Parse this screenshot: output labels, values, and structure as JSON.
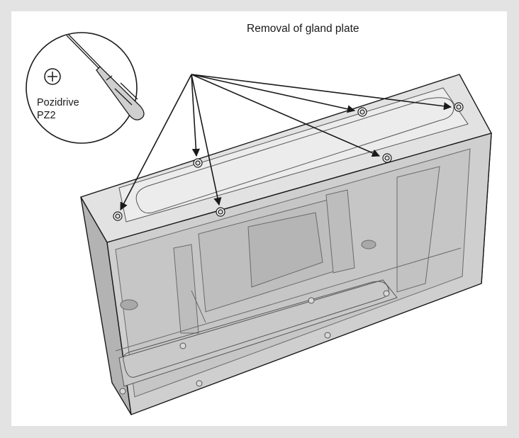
{
  "diagram": {
    "title": "Removal of gland plate",
    "tool": {
      "type_label": "Pozidrive",
      "size_label": "PZ2",
      "icon": "pozidrive-screwdriver-icon"
    }
  },
  "colors": {
    "background": "#e3e3e3",
    "panel": "#ffffff",
    "enclosure_light": "#dcdcdc",
    "enclosure_mid": "#cfcfcf",
    "enclosure_dark": "#aaaaaa",
    "outline": "#1a1a1a"
  }
}
